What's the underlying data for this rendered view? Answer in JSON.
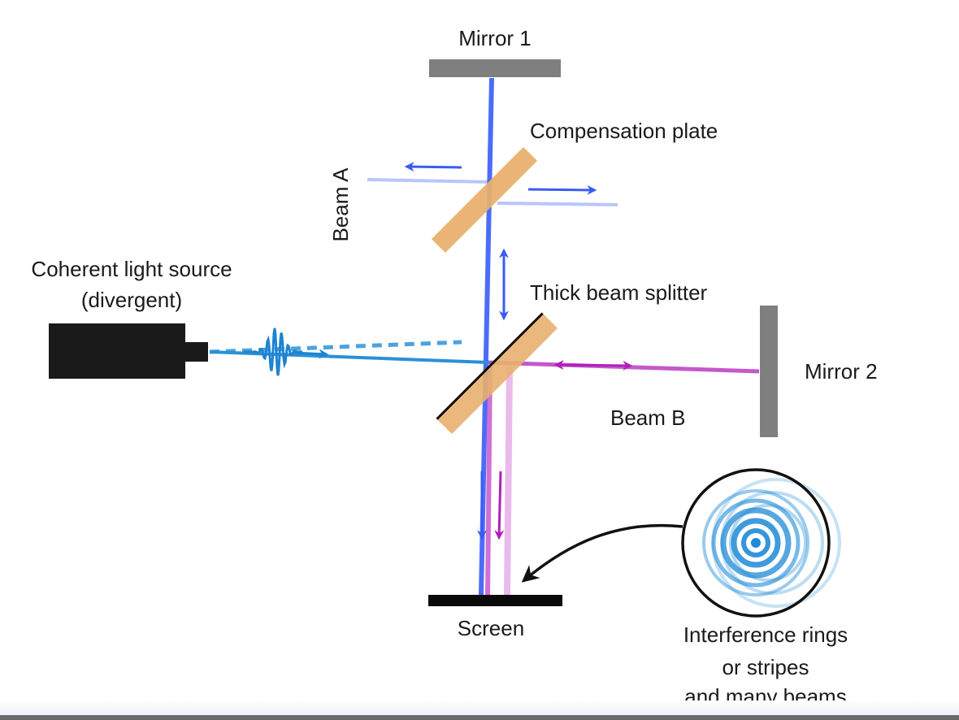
{
  "title": "Michelson interferometer schematic",
  "labels": {
    "mirror1": "Mirror 1",
    "compensation_plate": "Compensation plate",
    "beam_a": "Beam A",
    "source_line1": "Coherent light source",
    "source_line2": "(divergent)",
    "beam_splitter": "Thick beam splitter",
    "mirror2": "Mirror 2",
    "beam_b": "Beam B",
    "screen": "Screen",
    "result_line1": "Interference rings",
    "result_line2": "or stripes",
    "result_line3": "and many beams"
  },
  "colors": {
    "beam_a": "#3a5cf5",
    "beam_a_faint": "#b9c6fb",
    "beam_b": "#b020b8",
    "beam_b_faint": "#e6aee9",
    "source_beam": "#2a90d8",
    "plate": "#e8b06e",
    "mirror": "#7f7f7f",
    "device": "#1a1a1a",
    "rings": "#1e8ad6"
  },
  "icons": {
    "light_source": "laser-device-icon",
    "wave_packet": "wave-packet-icon",
    "rings": "interference-rings-icon",
    "pointer": "curved-arrow-icon"
  }
}
